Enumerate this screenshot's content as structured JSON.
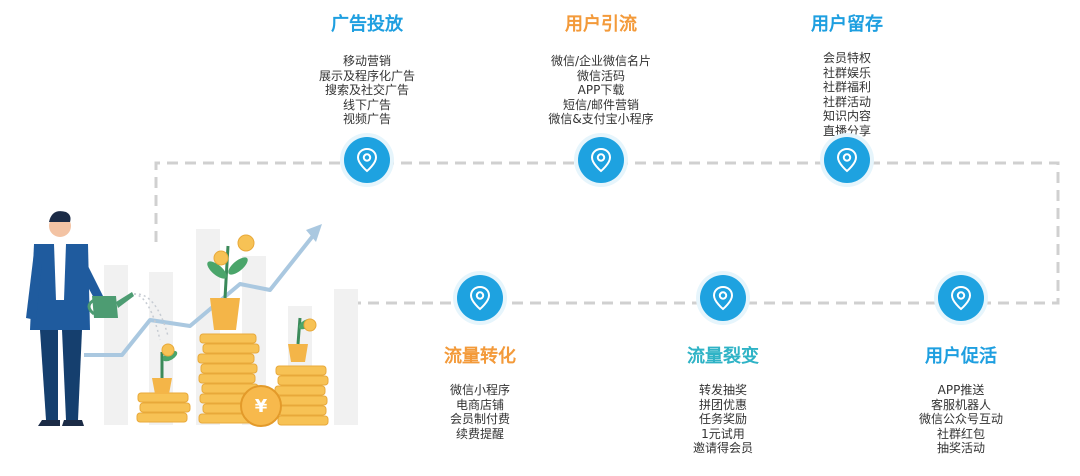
{
  "colors": {
    "accent_blue": "#1ea2e0",
    "orange": "#f39a3a",
    "teal": "#2fb3c6",
    "path_gray": "#d0d0d0"
  },
  "stages": [
    {
      "id": "ad",
      "title": "广告投放",
      "icon": "location-pin-icon",
      "items": [
        "移动营销",
        "展示及程序化广告",
        "搜索及社交广告",
        "线下广告",
        "视频广告"
      ]
    },
    {
      "id": "acquire",
      "title": "用户引流",
      "icon": "location-pin-icon",
      "items": [
        "微信/企业微信名片",
        "微信活码",
        "APP下载",
        "短信/邮件营销",
        "微信&支付宝小程序"
      ]
    },
    {
      "id": "retain",
      "title": "用户留存",
      "icon": "location-pin-icon",
      "items": [
        "会员特权",
        "社群娱乐",
        "社群福利",
        "社群活动",
        "知识内容",
        "直播分享"
      ]
    },
    {
      "id": "convert",
      "title": "流量转化",
      "icon": "location-pin-icon",
      "items": [
        "微信小程序",
        "电商店铺",
        "会员制付费",
        "续费提醒"
      ]
    },
    {
      "id": "fission",
      "title": "流量裂变",
      "icon": "location-pin-icon",
      "items": [
        "转发抽奖",
        "拼团优惠",
        "任务奖励",
        "1元试用",
        "邀请得会员"
      ]
    },
    {
      "id": "activate",
      "title": "用户促活",
      "icon": "location-pin-icon",
      "items": [
        "APP推送",
        "客服机器人",
        "微信公众号互动",
        "社群红包",
        "抽奖活动"
      ]
    }
  ],
  "illustration": {
    "coin_symbol": "¥"
  }
}
